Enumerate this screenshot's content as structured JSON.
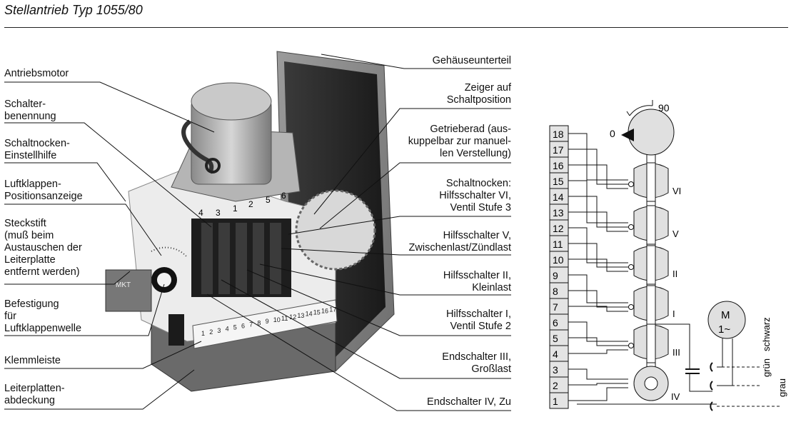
{
  "title": "Stellantrieb Typ 1055/80",
  "left_labels": [
    "Antriebsmotor",
    "Schalter-\nbenennung",
    "Schaltnocken-\nEinstellhilfe",
    "Luftklappen-\nPositionsanzeige",
    "Steckstift\n(muß beim\nAustauschen der\nLeiterplatte\nentfernt werden)",
    "Befestigung\nfür\nLuftklappenwelle",
    "Klemmleiste",
    "Leiterplatten-\nabdeckung"
  ],
  "right_labels": [
    "Gehäuseunterteil",
    "Zeiger auf\nSchaltposition",
    "Getrieberad (aus-\nkuppelbar zur manuel-\nlen Verstellung)",
    "Schaltnocken:\nHilfsschalter VI,\nVentil Stufe 3",
    "Hilfsschalter V,\nZwischenlast/Zündlast",
    "Hilfsschalter II,\nKleinlast",
    "Hilfsschalter I,\nVentil Stufe 2",
    "Endschalter III,\nGroßlast",
    "Endschalter IV, Zu"
  ],
  "photo": {
    "switch_numbers": [
      "4",
      "3",
      "1",
      "2",
      "5",
      "6"
    ],
    "terminal_numbers": [
      "1",
      "2",
      "3",
      "4",
      "5",
      "6",
      "7",
      "8",
      "9",
      "10",
      "11",
      "12",
      "13",
      "14",
      "15",
      "16",
      "17"
    ],
    "cap_text": "MKT"
  },
  "schematic": {
    "terminals": [
      "18",
      "17",
      "16",
      "15",
      "14",
      "13",
      "12",
      "11",
      "10",
      "9",
      "8",
      "7",
      "6",
      "5",
      "4",
      "3",
      "2",
      "1"
    ],
    "switch_labels": [
      "VI",
      "V",
      "II",
      "I",
      "III",
      "IV"
    ],
    "dial_zero": "0",
    "dial_ninety": "90",
    "motor_M": "M",
    "motor_sub": "1~",
    "wire_labels": [
      "schwarz",
      "grün",
      "grau"
    ]
  }
}
